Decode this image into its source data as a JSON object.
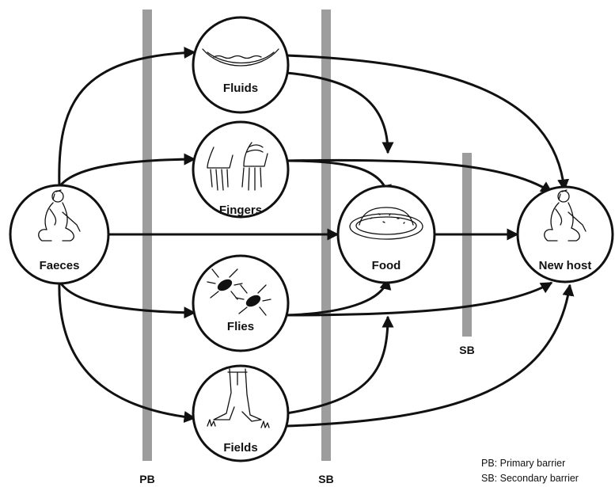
{
  "nodes": {
    "faeces": {
      "label": "Faeces",
      "icon": "squatting-person-icon"
    },
    "fluids": {
      "label": "Fluids",
      "icon": "water-pool-icon"
    },
    "fingers": {
      "label": "Fingers",
      "icon": "hands-icon"
    },
    "flies": {
      "label": "Flies",
      "icon": "flies-icon"
    },
    "fields": {
      "label": "Fields",
      "icon": "legs-in-grass-icon"
    },
    "food": {
      "label": "Food",
      "icon": "plate-of-food-icon"
    },
    "new_host": {
      "label": "New host",
      "icon": "squatting-person-icon"
    }
  },
  "barriers": {
    "pb": {
      "label": "PB"
    },
    "sb_main": {
      "label": "SB"
    },
    "sb_small": {
      "label": "SB"
    }
  },
  "legend": {
    "line1": "PB: Primary barrier",
    "line2": "SB: Secondary barrier"
  },
  "colors": {
    "barrier": "#9d9d9d",
    "stroke": "#111111"
  }
}
